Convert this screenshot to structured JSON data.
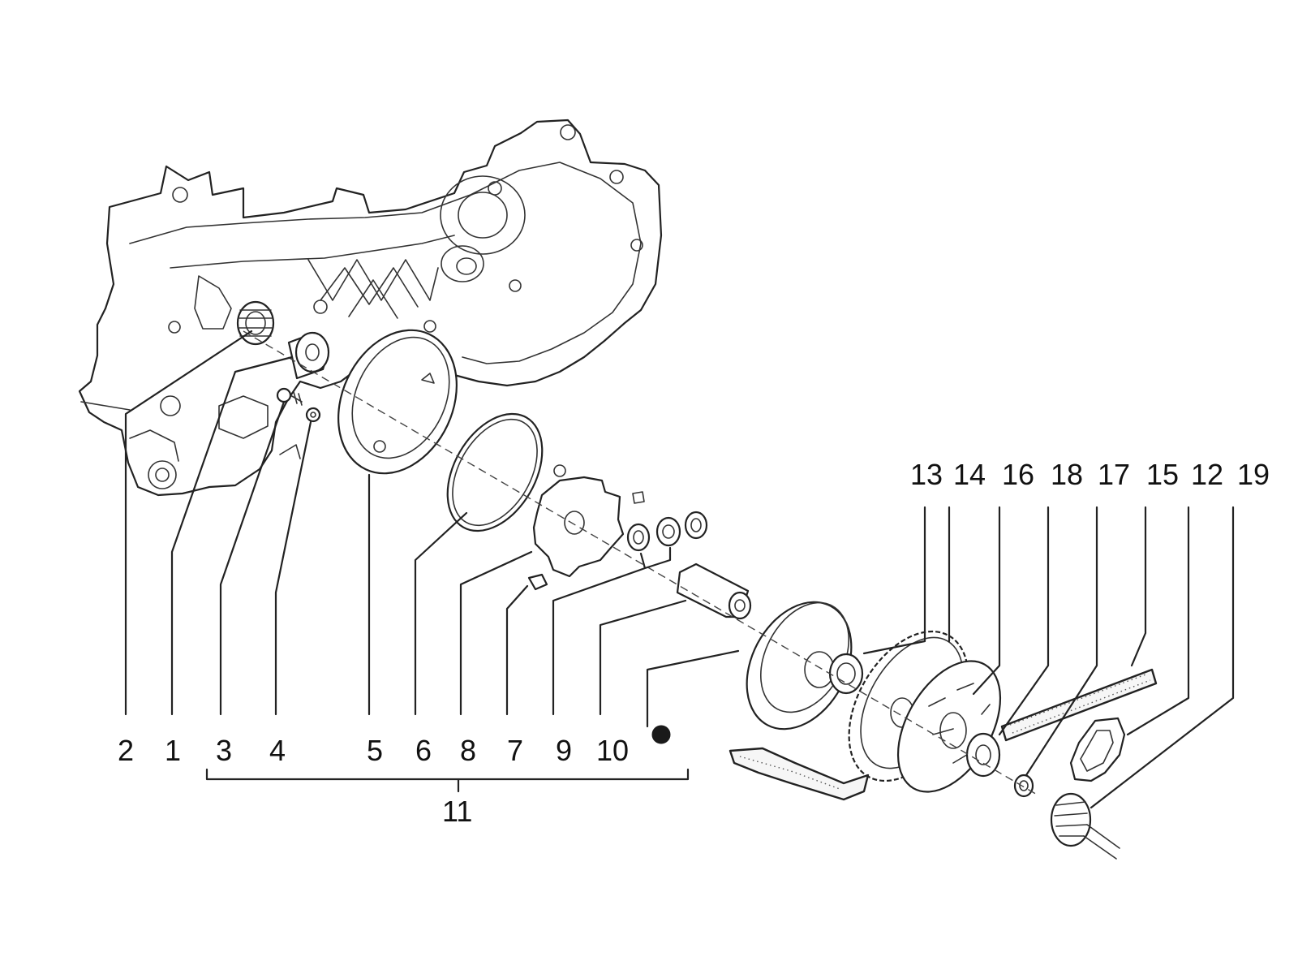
{
  "callouts": {
    "c1": "1",
    "c2": "2",
    "c3": "3",
    "c4": "4",
    "c5": "5",
    "c6": "6",
    "c7": "7",
    "c8": "8",
    "c9": "9",
    "c10": "10",
    "c11": "11",
    "c12": "12",
    "c13": "13",
    "c14": "14",
    "c15": "15",
    "c16": "16",
    "c17": "17",
    "c18": "18",
    "c19": "19"
  },
  "colors": {
    "ink": "#111111",
    "paper": "#ffffff"
  }
}
